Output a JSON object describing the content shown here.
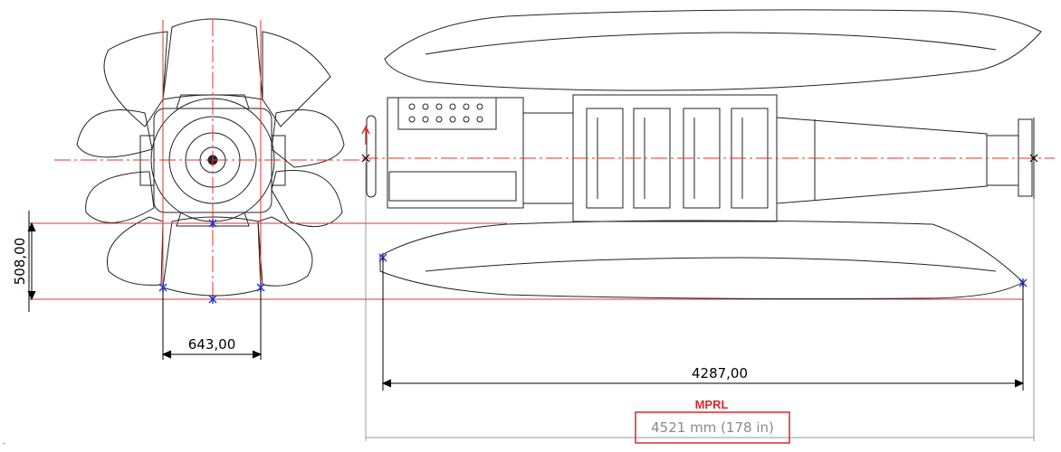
{
  "dimensions": {
    "vertical_height": "508,00",
    "front_width": "643,00",
    "nacelle_length": "4287,00"
  },
  "mprl": {
    "title": "MPRL",
    "value": "4521 mm (178 in)"
  },
  "colors": {
    "line": "#222222",
    "centerline": "#e03030",
    "marker": "#2233cc",
    "highlight_box": "#d9282d",
    "secondary_text": "#8a8a8a"
  }
}
